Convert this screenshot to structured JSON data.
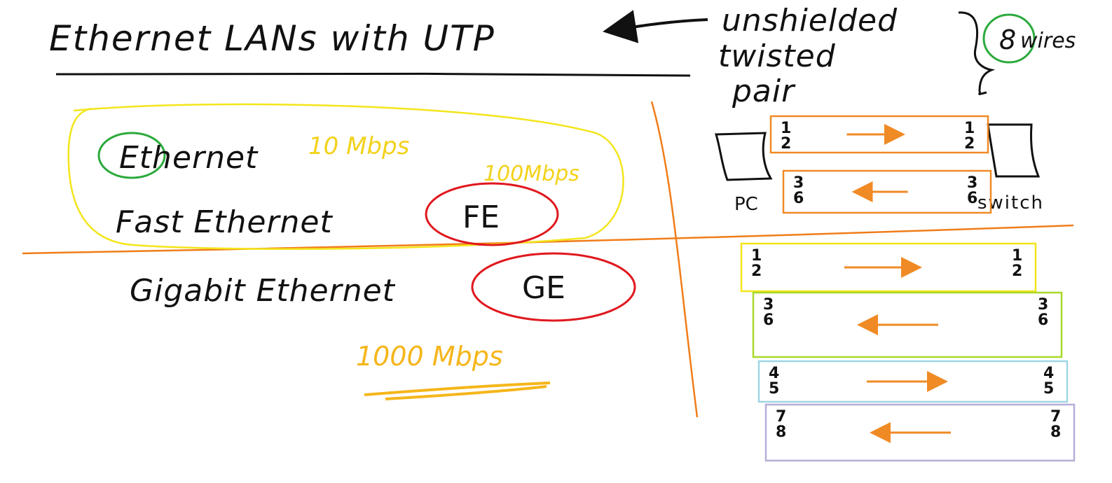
{
  "title": "Ethernet LANs with UTP",
  "utp_note": {
    "line1": "unshielded",
    "line2": "twisted",
    "line3": "pair"
  },
  "wires_note": {
    "count": "8",
    "unit": "wires"
  },
  "ethernet": {
    "name": "Ethernet",
    "speed": "10 Mbps"
  },
  "fast_ethernet": {
    "name": "Fast Ethernet",
    "abbr": "FE",
    "speed": "100Mbps"
  },
  "gigabit_ethernet": {
    "name": "Gigabit Ethernet",
    "abbr": "GE",
    "speed": "1000 Mbps"
  },
  "pc_label": "PC",
  "switch_label": "switch",
  "fe_pairs": [
    {
      "left": [
        "1",
        "2"
      ],
      "right": [
        "1",
        "2"
      ],
      "direction": "right",
      "color": "#f08a24"
    },
    {
      "left": [
        "3",
        "6"
      ],
      "right": [
        "3",
        "6"
      ],
      "direction": "left",
      "color": "#f08a24"
    }
  ],
  "ge_pairs": [
    {
      "left": [
        "1",
        "2"
      ],
      "right": [
        "1",
        "2"
      ],
      "direction": "right",
      "color": "#f3e51b"
    },
    {
      "left": [
        "3",
        "6"
      ],
      "right": [
        "3",
        "6"
      ],
      "direction": "left",
      "color": "#a8d82a"
    },
    {
      "left": [
        "4",
        "5"
      ],
      "right": [
        "4",
        "5"
      ],
      "direction": "right",
      "color": "#9fd6e6"
    },
    {
      "left": [
        "7",
        "8"
      ],
      "right": [
        "7",
        "8"
      ],
      "direction": "left",
      "color": "#b7acd9"
    }
  ],
  "colors": {
    "ink": "#111111",
    "divider": "#f07d1a",
    "highlight_yellow": "#f3e51b",
    "circle_red": "#e0181e",
    "circle_green": "#2aaa3c",
    "arrow_orange": "#f08a24",
    "gigabit_speed": "#f5b61b"
  }
}
